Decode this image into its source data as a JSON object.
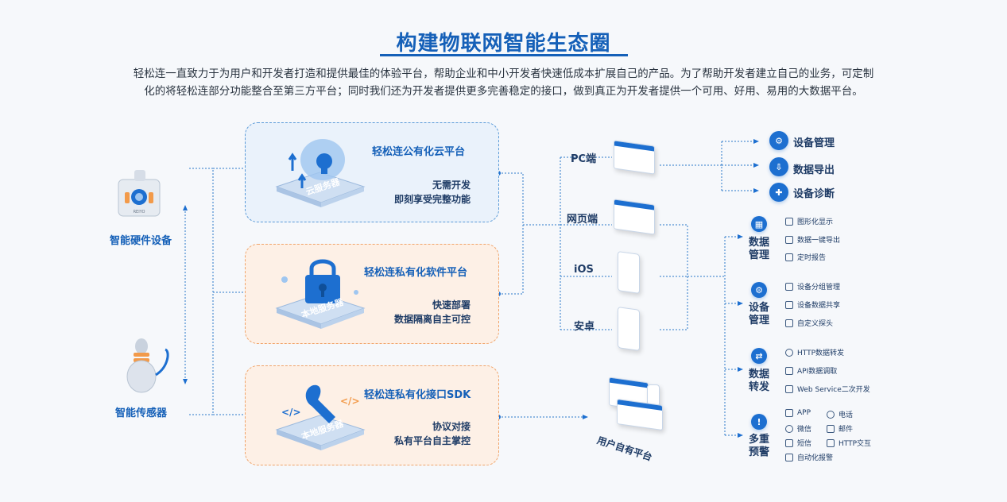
{
  "header": {
    "title": "构建物联网智能生态圈",
    "desc_line1": "轻松连一直致力于为用户和开发者打造和提供最佳的体验平台，帮助企业和中小开发者快速低成本扩展自己的产品。为了帮助开发者建立自己的业务，可定制",
    "desc_line2": "化的将轻松连部分功能整合至第三方平台；同时我们还为开发者提供更多完善稳定的接口，做到真正为开发者提供一个可用、好用、易用的大数据平台。"
  },
  "devices": {
    "hardware": "智能硬件设备",
    "hardware_tag": "REIYO",
    "sensor": "智能传感器"
  },
  "platforms": {
    "cloud": {
      "title": "轻松连公有化云平台",
      "line1": "无需开发",
      "line2": "即刻享受完整功能",
      "server": "云服务器"
    },
    "private": {
      "title": "轻松连私有化软件平台",
      "line1": "快速部署",
      "line2": "数据隔离自主可控",
      "server": "本地服务器"
    },
    "sdk": {
      "title": "轻松连私有化接口SDK",
      "line1": "协议对接",
      "line2": "私有平台自主掌控",
      "server": "本地服务器"
    }
  },
  "clients": {
    "pc": "PC端",
    "web": "网页端",
    "ios": "iOS",
    "android": "安卓",
    "own_platform": "用户自有平台"
  },
  "pc_features": [
    "设备管理",
    "数据导出",
    "设备诊断"
  ],
  "groups": {
    "data_mgmt": {
      "title1": "数据",
      "title2": "管理",
      "items": [
        "图形化显示",
        "数据一键导出",
        "定时报告"
      ]
    },
    "device_mgmt": {
      "title1": "设备",
      "title2": "管理",
      "items": [
        "设备分组管理",
        "设备数据共享",
        "自定义探头"
      ]
    },
    "data_forward": {
      "title1": "数据",
      "title2": "转发",
      "items": [
        "HTTP数据转发",
        "API数据调取",
        "Web Service二次开发"
      ]
    },
    "alarm": {
      "title1": "多重",
      "title2": "预警",
      "items": [
        "APP",
        "电话",
        "微信",
        "邮件",
        "短信",
        "HTTP交互",
        "自动化报警"
      ]
    }
  },
  "colors": {
    "accent": "#1560b8",
    "line": "#2b78c8",
    "orange": "#f0a46a"
  }
}
